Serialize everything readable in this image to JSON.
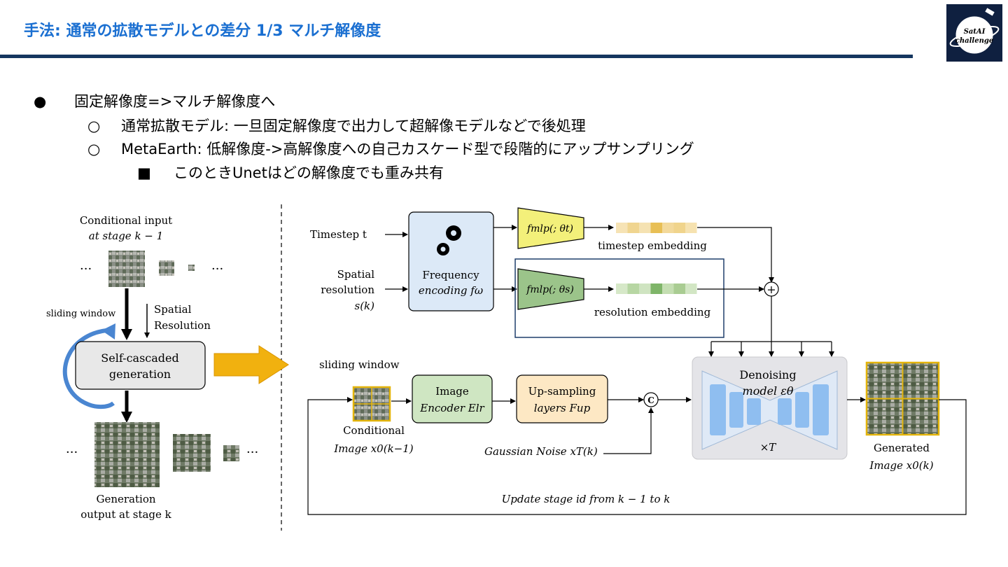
{
  "slide": {
    "title": "手法: 通常の拡散モデルとの差分 1/3 マルチ解像度",
    "logo_alt": "SatAI challenge",
    "bullets": [
      {
        "marker": "●",
        "text": "固定解像度=>マルチ解像度へ"
      },
      {
        "marker": "○",
        "text": "通常拡散モデル: 一旦固定解像度で出力して超解像モデルなどで後処理"
      },
      {
        "marker": "○",
        "text": "MetaEarth: 低解像度->高解像度への自己カスケード型で段階的にアップサンプリング"
      },
      {
        "marker": "■",
        "text": "このときUnetはどの解像度でも重み共有"
      }
    ]
  },
  "left": {
    "cond_input_1": "Conditional input",
    "cond_input_2": "at stage k − 1",
    "sliding_window": "sliding window",
    "spatial": "Spatial",
    "resolution": "Resolution",
    "self_cascaded_1": "Self-cascaded",
    "self_cascaded_2": "generation",
    "gen_output_1": "Generation",
    "gen_output_2": "output at stage k",
    "ellipsis": "···"
  },
  "right": {
    "timestep": "Timestep t",
    "spatial_1": "Spatial",
    "spatial_2": "resolution",
    "spatial_3": "s(k)",
    "freq_1": "Frequency",
    "freq_2": "encoding fω",
    "mlp_t": "fmlp(; θt)",
    "mlp_s": "fmlp(; θs)",
    "timestep_embedding": "timestep embedding",
    "resolution_embedding": "resolution embedding",
    "sliding_window": "sliding window",
    "image_encoder_1": "Image",
    "image_encoder_2": "Encoder Elr",
    "upsampling_1": "Up-sampling",
    "upsampling_2": "layers Fup",
    "concat": "C",
    "plus": "+",
    "cond_image_1": "Conditional",
    "cond_image_2": "Image x0(k−1)",
    "gaussian": "Gaussian Noise  xT(k)",
    "denoising_1": "Denoising",
    "denoising_2": "model εθ",
    "times_t": "×T",
    "generated_1": "Generated",
    "generated_2": "Image x0(k)",
    "update_stage": "Update stage id from k − 1 to k"
  },
  "colors": {
    "title_blue": "#1a6fd1",
    "rule_navy": "#15365f",
    "freq_box": "#dce9f7",
    "mlp_t": "#f3f07a",
    "mlp_s": "#9bc48a",
    "encoder_box": "#cfe6c2",
    "upsample_box": "#fde8c4",
    "denoise_bg": "#e4e4e8",
    "unet_bars": "#8fbef0",
    "cascade_arrow": "#4a86d1",
    "big_arrow": "#f1b10f",
    "emb_t": [
      "#f6e3b5",
      "#f0d590",
      "#f5e2b2",
      "#e8bf55",
      "#f3d99b",
      "#f0d48c",
      "#f6e2b0"
    ],
    "emb_s": [
      "#d6e8c8",
      "#b7d6a3",
      "#cfe4c1",
      "#7fb569",
      "#c4deb2",
      "#a9cc92",
      "#d2e6c4"
    ]
  }
}
